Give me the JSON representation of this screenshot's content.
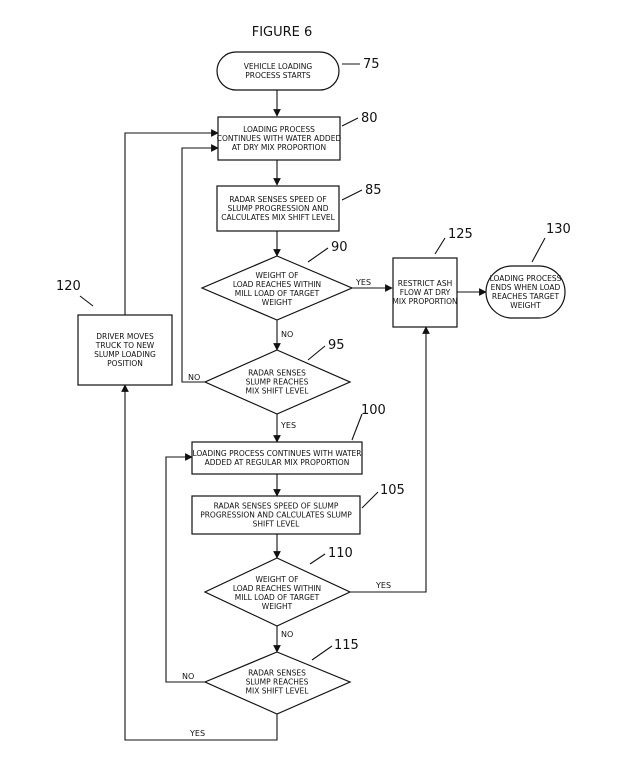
{
  "figure_title": "FIGURE 6",
  "nodes": {
    "n75": {
      "ref": "75",
      "lines": [
        "VEHICLE LOADING",
        "PROCESS STARTS"
      ]
    },
    "n80": {
      "ref": "80",
      "lines": [
        "LOADING PROCESS",
        "CONTINUES WITH WATER ADDED",
        "AT DRY MIX PROPORTION"
      ]
    },
    "n85": {
      "ref": "85",
      "lines": [
        "RADAR SENSES SPEED OF",
        "SLUMP PROGRESSION AND",
        "CALCULATES MIX SHIFT LEVEL"
      ]
    },
    "n90": {
      "ref": "90",
      "lines": [
        "WEIGHT OF",
        "LOAD REACHES WITHIN",
        "MILL LOAD OF TARGET",
        "WEIGHT"
      ]
    },
    "n95": {
      "ref": "95",
      "lines": [
        "RADAR SENSES",
        "SLUMP REACHES",
        "MIX SHIFT LEVEL"
      ]
    },
    "n100": {
      "ref": "100",
      "lines": [
        "LOADING PROCESS CONTINUES WITH WATER",
        "ADDED AT REGULAR MIX PROPORTION"
      ]
    },
    "n105": {
      "ref": "105",
      "lines": [
        "RADAR SENSES SPEED OF SLUMP",
        "PROGRESSION AND CALCULATES SLUMP",
        "SHIFT LEVEL"
      ]
    },
    "n110": {
      "ref": "110",
      "lines": [
        "WEIGHT OF",
        "LOAD REACHES WITHIN",
        "MILL LOAD OF TARGET",
        "WEIGHT"
      ]
    },
    "n115": {
      "ref": "115",
      "lines": [
        "RADAR SENSES",
        "SLUMP REACHES",
        "MIX SHIFT LEVEL"
      ]
    },
    "n120": {
      "ref": "120",
      "lines": [
        "DRIVER MOVES",
        "TRUCK TO NEW",
        "SLUMP LOADING",
        "POSITION"
      ]
    },
    "n125": {
      "ref": "125",
      "lines": [
        "RESTRICT ASH",
        "FLOW AT DRY",
        "MIX PROPORTION"
      ]
    },
    "n130": {
      "ref": "130",
      "lines": [
        "LOADING PROCESS",
        "ENDS WHEN LOAD",
        "REACHES TARGET",
        "WEIGHT"
      ]
    }
  },
  "edge_labels": {
    "yes_90": "YES",
    "no_90": "NO",
    "no_95": "NO",
    "yes_95": "YES",
    "yes_110": "YES",
    "no_110": "NO",
    "no_115": "NO",
    "yes_115": "YES"
  }
}
